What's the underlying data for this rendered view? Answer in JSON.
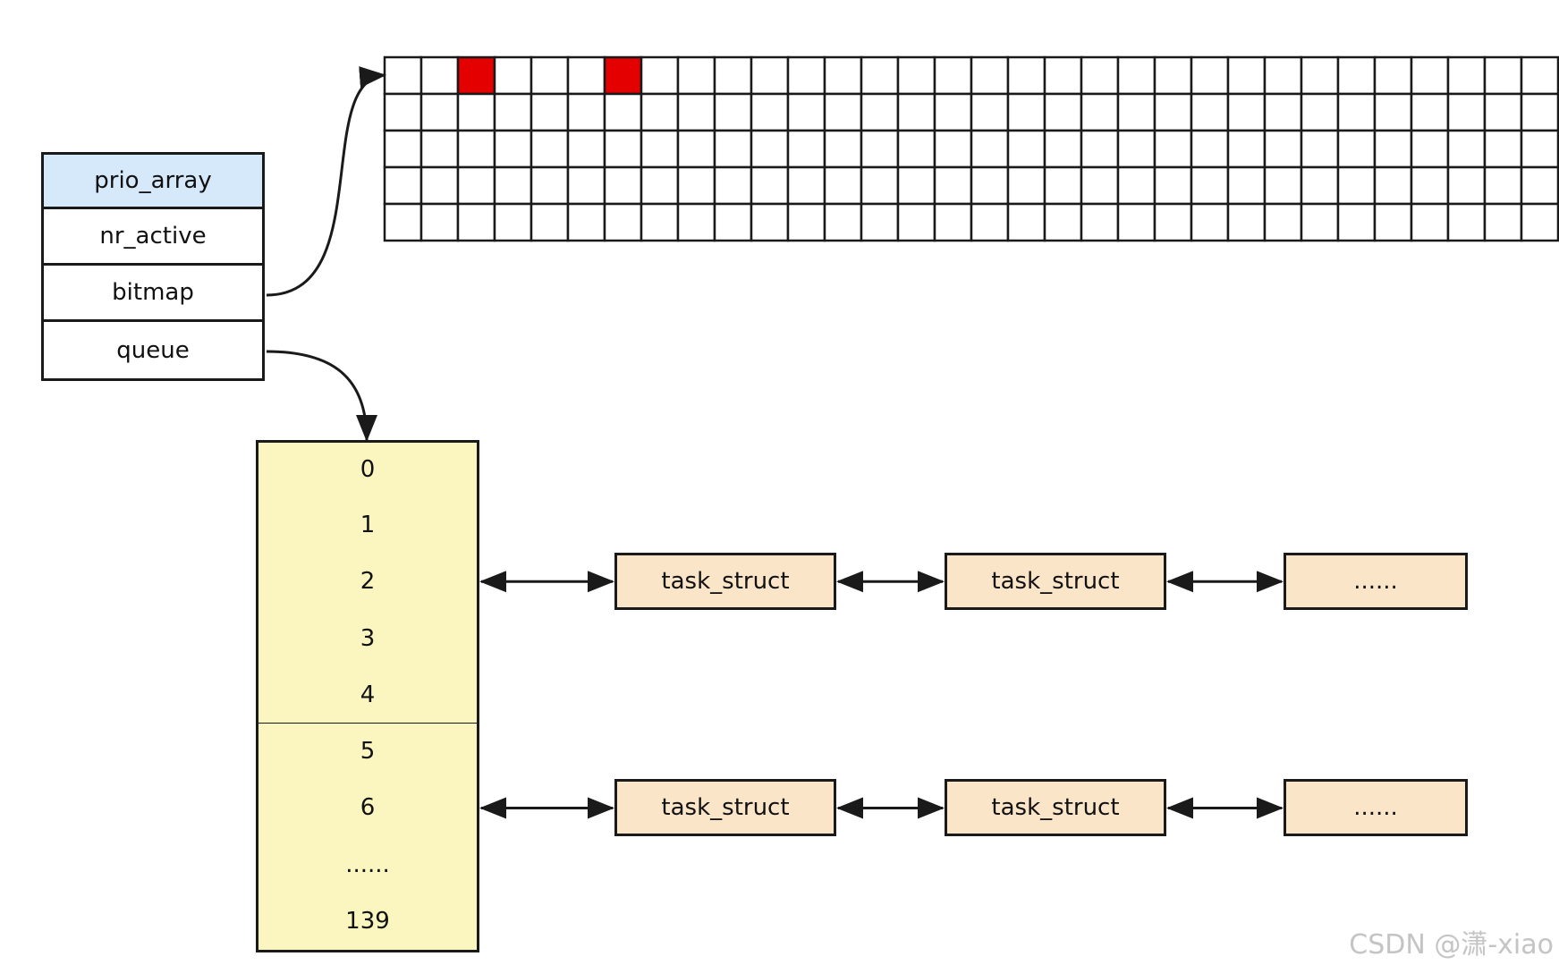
{
  "prio_array": {
    "title": "prio_array",
    "fields": [
      "nr_active",
      "bitmap",
      "queue"
    ]
  },
  "bitmap": {
    "set_bits": [
      2,
      6
    ]
  },
  "queue": {
    "labels": [
      "0",
      "1",
      "2",
      "3",
      "4",
      "5",
      "6",
      "......",
      "139"
    ]
  },
  "task_lists": [
    {
      "queue_index": "2",
      "nodes": [
        "task_struct",
        "task_struct",
        "......"
      ]
    },
    {
      "queue_index": "6",
      "nodes": [
        "task_struct",
        "task_struct",
        "......"
      ]
    }
  ],
  "colors": {
    "struct_header": "#d6e9fb",
    "queue_fill": "#fbf6c0",
    "task_fill": "#fae5c8",
    "bit_set": "#e50000",
    "line": "#1a1a1a"
  },
  "watermark": "CSDN @潇-xiao"
}
